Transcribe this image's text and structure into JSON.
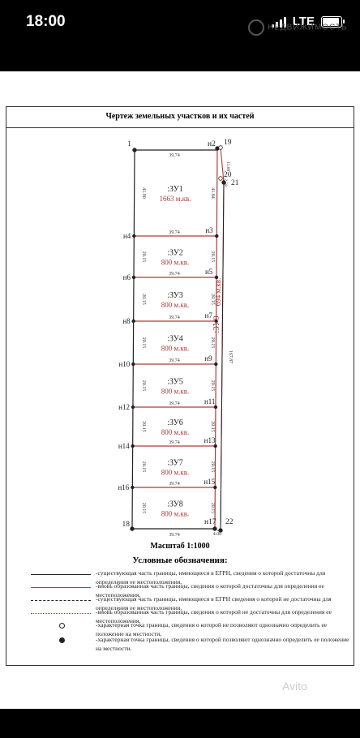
{
  "status_bar": {
    "time": "18:00",
    "network": "LTE",
    "watermark": "НЕДВИЖИМОСТЬ"
  },
  "document": {
    "title": "Чертеж  земельных участков и их частей",
    "scale": "Масштаб 1:1000",
    "legend_title": "Условные обозначения:",
    "legend": [
      {
        "text": "-существующая часть границы, имеющиеся в ЕГРН, сведения о которой достаточны для определения ее местоположения,",
        "symbol": "solid-black"
      },
      {
        "text": "-вновь образованная часть границы, сведения о которой достаточны для определения ее местоположения,",
        "symbol": "solid-red"
      },
      {
        "text": "-существующая часть границы, имеющиеся в ЕГРН сведения о которой не достаточны для определения ее местоположения,",
        "symbol": "dashed-black"
      },
      {
        "text": "-вновь образованная часть границы, сведения о которой не достаточны для определения ее местоположения,",
        "symbol": "dashed-red"
      },
      {
        "text": "-характерная точка границы, сведения о которой не позволяют однозначно определить ее положение на местности,",
        "symbol": "open-circle"
      },
      {
        "text": "-характерная точка границы, сведения о которой позволяют однозначно определить ее положение на местности.",
        "symbol": "filled-circle"
      }
    ]
  },
  "plan": {
    "parcels": [
      {
        "name": ":ЗУ1",
        "area": "1663 м.кв."
      },
      {
        "name": ":ЗУ2",
        "area": "800 м.кв."
      },
      {
        "name": ":ЗУ3",
        "area": "800 м.кв."
      },
      {
        "name": ":ЗУ4",
        "area": "800 м.кв."
      },
      {
        "name": ":ЗУ5",
        "area": "800 м.кв."
      },
      {
        "name": ":ЗУ6",
        "area": "800 м.кв."
      },
      {
        "name": ":ЗУ7",
        "area": "800 м.кв."
      },
      {
        "name": ":ЗУ8",
        "area": "800 м.кв."
      }
    ],
    "corner_points": [
      "1",
      "н2",
      "19",
      "20",
      "21",
      "22",
      "18",
      "н17"
    ],
    "left_points": [
      "н4",
      "н6",
      "н8",
      "н10",
      "н12",
      "н14",
      "н16"
    ],
    "right_points": [
      "н3",
      "н5",
      "н7",
      "н9",
      "н11",
      "н13",
      "н15"
    ],
    "width_label": "39.74",
    "side_labels": [
      "41.90",
      "41.84",
      "20.15"
    ],
    "strip_name": ":ЗУ9",
    "strip_area": "694 м.кв.",
    "strip_length": "167.87",
    "strip_width": "4.00",
    "strip_top": "2.58",
    "strip_right": "15.00"
  },
  "watermark_bottom": "Avito",
  "colors": {
    "red": "#b23a3a",
    "black": "#222222"
  }
}
